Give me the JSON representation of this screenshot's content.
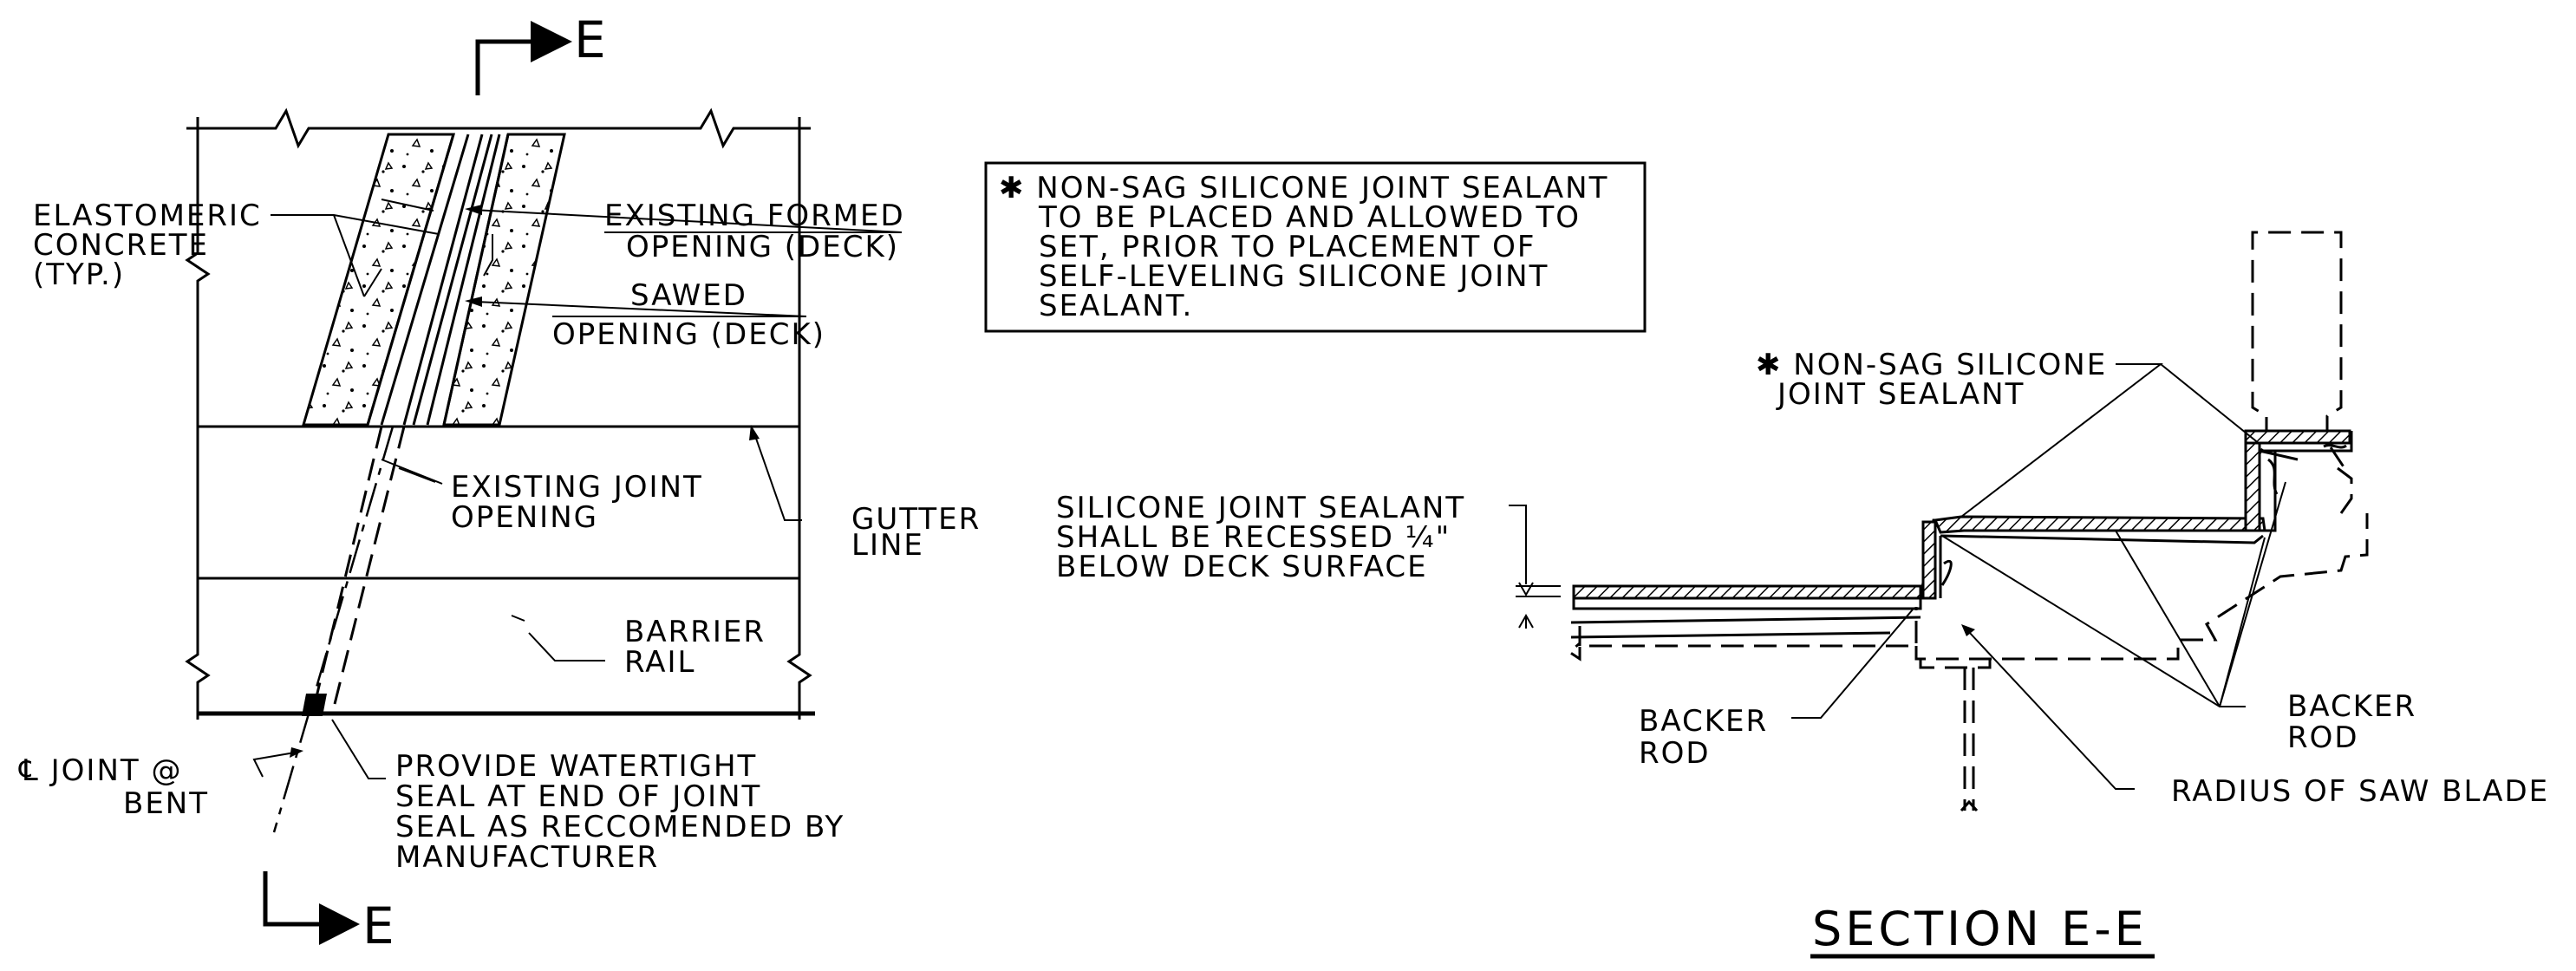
{
  "plan": {
    "section_marker_letter": "E",
    "labels": {
      "elastomeric": [
        "ELASTOMERIC",
        "CONCRETE",
        "(TYP.)"
      ],
      "existing_formed": [
        "EXISTING FORMED",
        "OPENING (DECK)"
      ],
      "sawed": [
        "SAWED",
        "OPENING (DECK)"
      ],
      "existing_joint": [
        "EXISTING JOINT",
        "OPENING"
      ],
      "gutter": [
        "GUTTER",
        "LINE"
      ],
      "barrier": [
        "BARRIER",
        "RAIL"
      ],
      "joint_at_bent": [
        "℄ JOINT @",
        "BENT"
      ],
      "watertight": [
        "PROVIDE WATERTIGHT",
        "SEAL AT END OF JOINT",
        "SEAL AS RECCOMENDED BY",
        "MANUFACTURER"
      ]
    }
  },
  "note_box": {
    "lines": [
      "✱ NON-SAG SILICONE JOINT SEALANT",
      "TO BE PLACED AND ALLOWED TO",
      "SET, PRIOR TO PLACEMENT OF",
      "SELF-LEVELING SILICONE JOINT",
      "SEALANT."
    ]
  },
  "section": {
    "labels": {
      "nonsag": [
        "✱ NON-SAG SILICONE",
        "JOINT SEALANT"
      ],
      "recessed": [
        "SILICONE JOINT SEALANT",
        "SHALL BE RECESSED ¼\"",
        "BELOW DECK SURFACE"
      ],
      "backer_left": [
        "BACKER",
        "ROD"
      ],
      "backer_right": [
        "BACKER",
        "ROD"
      ],
      "radius": "RADIUS OF SAW BLADE"
    },
    "title": "SECTION E-E"
  }
}
